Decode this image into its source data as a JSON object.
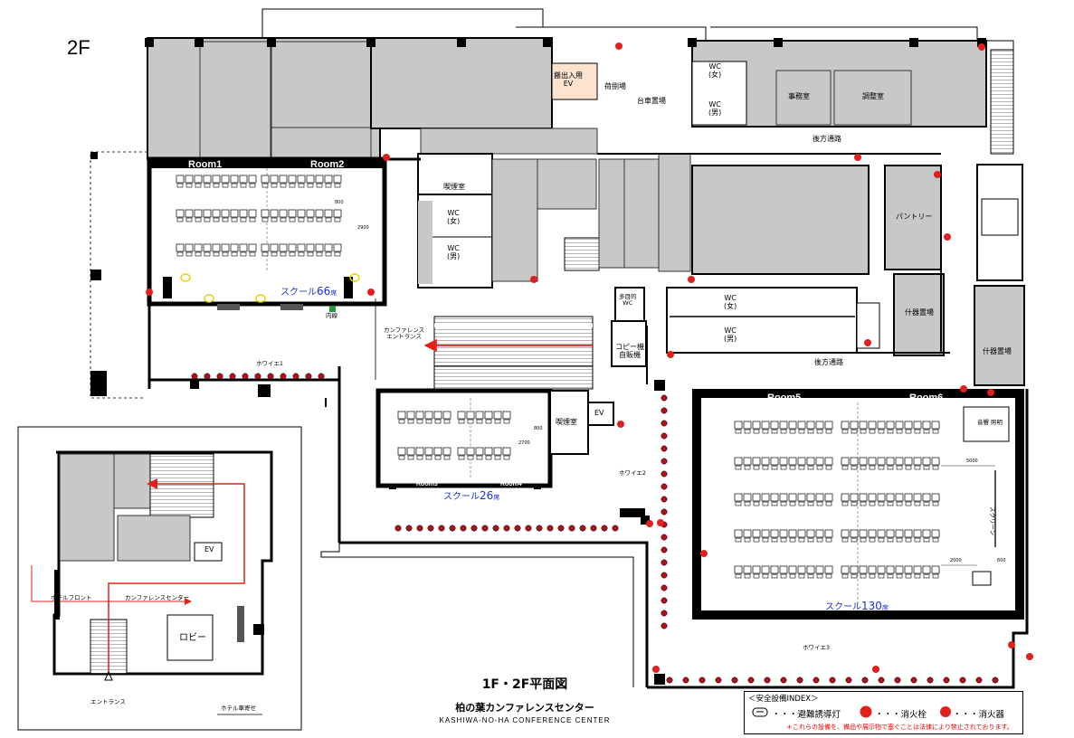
{
  "floors": {
    "f2": "2F",
    "f1": "1F"
  },
  "rooms": {
    "room1": "Room1",
    "room2": "Room2",
    "room3": "Room3",
    "room4": "Room4",
    "room5": "Room5",
    "room6": "Room6",
    "school66_prefix": "スクール",
    "school66_num": "66",
    "school66_suffix": "席",
    "school26_prefix": "スクール",
    "school26_num": "26",
    "school26_suffix": "席",
    "school130_prefix": "スクール",
    "school130_num": "130",
    "school130_suffix": "席"
  },
  "labels2f": {
    "cargo_ev": "搬出入用\nEV",
    "loading": "荷捌場",
    "cart": "台車置場",
    "wc_f": "WC\n(女)",
    "wc_m": "WC\n(男)",
    "office": "事務室",
    "adjust": "調整室",
    "back1": "後方通路",
    "back2": "後方通路",
    "smoking1": "喫煙室",
    "smoking2": "喫煙室",
    "wc_f2": "WC\n(女)",
    "wc_m2": "WC\n(男)",
    "pantry": "パントリー",
    "storage1": "什器置場",
    "storage2": "什器置場",
    "multi_wc": "多目的\nWC",
    "wc_f3": "WC\n(女)",
    "wc_m3": "WC\n(男)",
    "copy": "コピー機\n自販機",
    "conf_entrance": "カンファレンス\nエントランス",
    "foyer1": "ホワイエ1",
    "foyer2": "ホワイエ2",
    "foyer3": "ホワイエ3",
    "ev": "EV",
    "naisen": "内線",
    "sound": "音響",
    "lighting": "照明",
    "screen": "スクリーン",
    "dim2900": "2900",
    "dim2700": "2700",
    "dim5000": "5000",
    "dim2000": "2000",
    "dim600": "600",
    "dim800a": "800",
    "dim800b": "800"
  },
  "labels1f": {
    "ev": "EV",
    "hotel_front": "ホテルフロント",
    "conference": "カンファレンスセンター",
    "lobby": "ロビー",
    "entrance": "エントランス",
    "hotel_car": "ホテル車寄せ"
  },
  "title": {
    "main": "1F・2F平面図",
    "name_jp": "柏の葉カンファレンスセンター",
    "name_en": "KASHIWA-NO-HA  CONFERENCE  CENTER"
  },
  "legend": {
    "header": "＜安全設備INDEX＞",
    "exit_light": "・・・避難誘導灯",
    "hydrant": "・・・消火栓",
    "extinguisher": "・・・消火器",
    "note": "＊これらの設備を、備品や展示物で塞ぐことは法律により禁止されております。",
    "hydrant_icon": "消火",
    "exit_icon": "exit-light-icon"
  },
  "colors": {
    "wall": "#000000",
    "room_gray": "#c8c8c8",
    "arrow": "#e0201c",
    "blue": "#1a2fe0",
    "ev_fill": "#fbe3cf"
  }
}
